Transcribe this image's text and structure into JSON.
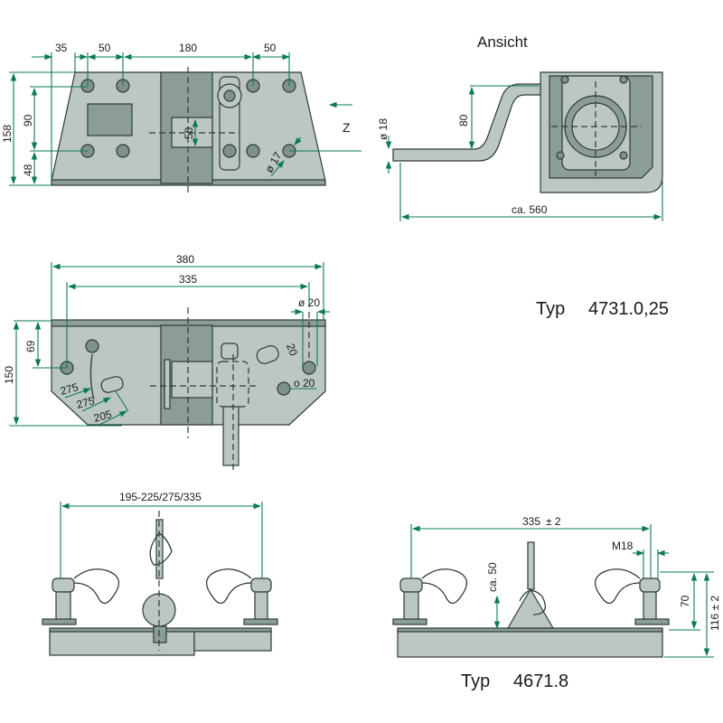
{
  "top_view": {
    "dims": {
      "d35": "35",
      "d50a": "50",
      "d180": "180",
      "d50b": "50",
      "d158": "158",
      "d90": "90",
      "d48": "48",
      "d50v": "50",
      "hole": "ø 17"
    },
    "direction_label": "Z"
  },
  "side_view": {
    "title": "Ansicht",
    "dims": {
      "d18": "ø 18",
      "d80": "80",
      "d560": "ca. 560"
    }
  },
  "middle_view": {
    "dims": {
      "d380": "380",
      "d335": "335",
      "d20a": "ø 20",
      "d150": "150",
      "d69": "69",
      "r275a": "275",
      "r275b": "275",
      "r205": "205",
      "slot20": "20",
      "d20b": "o 20"
    }
  },
  "type_a": {
    "label": "Typ",
    "number": "4731.0,25"
  },
  "bottom_left": {
    "dims": {
      "span": "195-225/275/335"
    }
  },
  "bottom_right": {
    "dims": {
      "span": "335",
      "tol": "± 2",
      "m18": "M18",
      "ca50": "ca. 50",
      "d70": "70",
      "d116": "116 ± 2"
    }
  },
  "type_b": {
    "label": "Typ",
    "number": "4671.8"
  },
  "colors": {
    "dimension": "#0b7a57",
    "plate": "#bcc7c3",
    "dark": "#8c9d97"
  }
}
